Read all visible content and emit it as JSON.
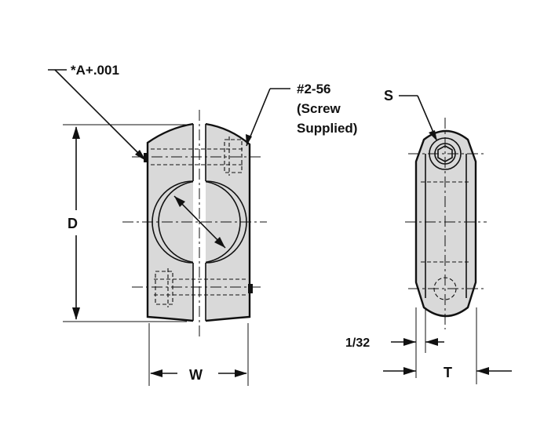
{
  "labels": {
    "bore": "*A+.001",
    "screw_line1": "#2-56",
    "screw_line2": "(Screw",
    "screw_line3": "Supplied)",
    "diameter": "D",
    "width": "W",
    "screw_size": "S",
    "gap": "1/32",
    "thickness": "T"
  },
  "colors": {
    "ink": "#111111",
    "shading": "#d9d9d9",
    "background": "#ffffff"
  }
}
